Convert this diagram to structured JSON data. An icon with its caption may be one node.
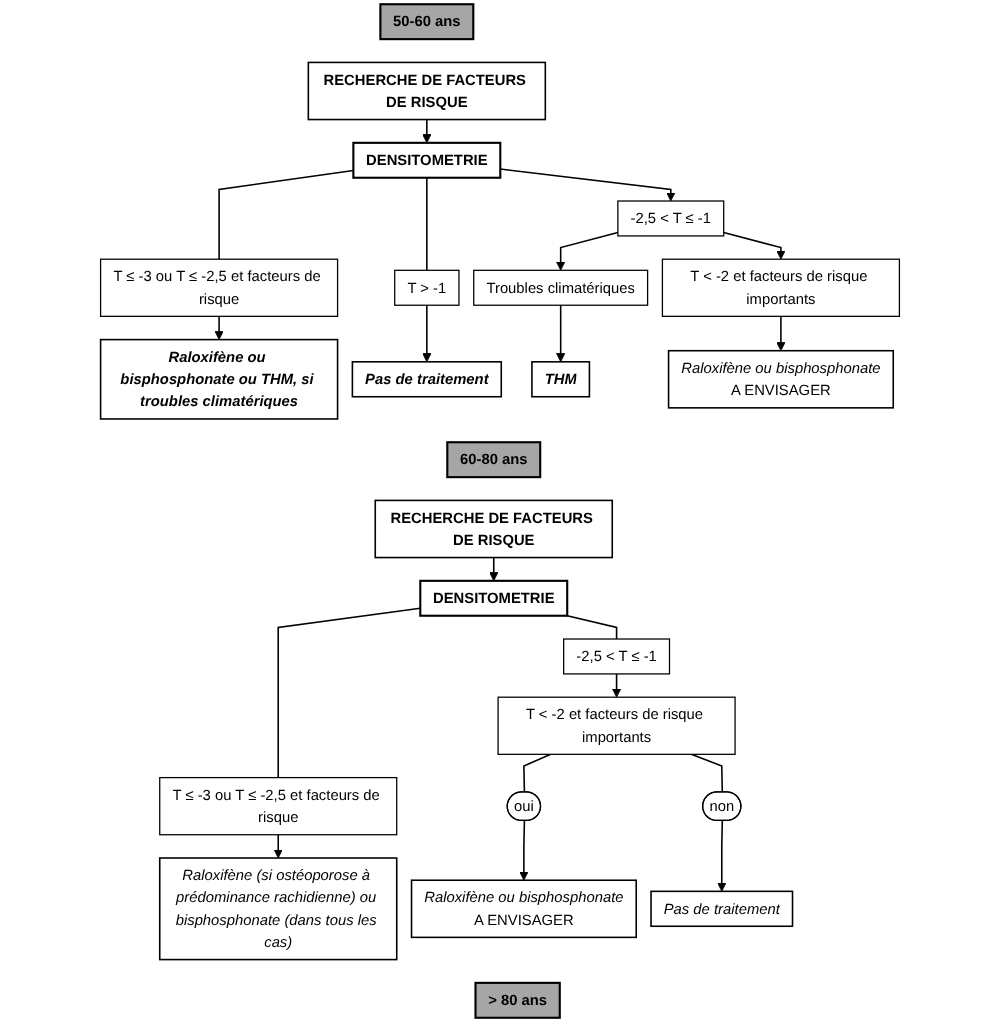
{
  "diagram": {
    "nodes": [
      {
        "text": [
          "50-60 ans"
        ]
      },
      {
        "text": [
          "RECHERCHE DE FACTEURS DE RISQUE"
        ]
      },
      {
        "text": [
          "T ≤ -3 ou T ≤ -2,5 et facteurs de risque"
        ]
      },
      {
        "text": [
          "DENSITOMETRIE"
        ]
      },
      {
        "text": [
          "T > -1"
        ]
      },
      {
        "text": [
          "Raloxifène ou bisphosphonate ou THM, si troubles climatériques"
        ]
      },
      {
        "text": [
          "-2,5 < T ≤ -1"
        ]
      },
      {
        "text": [
          "Pas de traitement"
        ]
      },
      {
        "text": [
          "Troubles climatériques"
        ]
      },
      {
        "text": [
          "T < -2 et facteurs de risque importants"
        ]
      },
      {
        "text": [
          "THM"
        ]
      },
      {
        "text": [
          "Raloxifène ou bisphosphonate",
          "A ENVISAGER"
        ]
      },
      {
        "text": [
          "60-80 ans"
        ]
      },
      {
        "text": [
          "RECHERCHE DE FACTEURS DE RISQUE"
        ]
      },
      {
        "text": [
          "T ≤ -3 ou T ≤ -2,5 et facteurs de risque"
        ]
      },
      {
        "text": [
          "DENSITOMETRIE"
        ]
      },
      {
        "text": [
          "-2,5 < T ≤ -1"
        ]
      },
      {
        "text": [
          "oui"
        ]
      },
      {
        "text": [
          "T < -2 et facteurs de risque importants"
        ]
      },
      {
        "text": [
          "non"
        ]
      },
      {
        "text": [
          "Raloxifène (si ostéoporose à prédominance rachidienne) ou bisphosphonate (dans tous les cas)"
        ]
      },
      {
        "text": [
          "Raloxifène ou bisphosphonate",
          "A ENVISAGER"
        ]
      },
      {
        "text": [
          "Pas de traitement"
        ]
      },
      {
        "text": [
          "> 80 ans"
        ]
      }
    ],
    "edges": [
      {
        "from": 1,
        "to": 3,
        "arrow": "to"
      },
      {
        "from": 3,
        "to": 2,
        "arrow": "none"
      },
      {
        "from": 3,
        "to": 4,
        "arrow": "none"
      },
      {
        "from": 3,
        "to": 6,
        "arrow": "to"
      },
      {
        "from": 2,
        "to": 5,
        "arrow": "to"
      },
      {
        "from": 4,
        "to": 7,
        "arrow": "to"
      },
      {
        "from": 6,
        "to": 8,
        "arrow": "to"
      },
      {
        "from": 6,
        "to": 9,
        "arrow": "to"
      },
      {
        "from": 8,
        "to": 10,
        "arrow": "to"
      },
      {
        "from": 9,
        "to": 11,
        "arrow": "to"
      },
      {
        "from": 13,
        "to": 15,
        "arrow": "to"
      },
      {
        "from": 15,
        "to": 14,
        "arrow": "none"
      },
      {
        "from": 15,
        "to": 16,
        "arrow": "none"
      },
      {
        "from": 14,
        "to": 20,
        "arrow": "to"
      },
      {
        "from": 16,
        "to": 18,
        "arrow": "to"
      },
      {
        "from": 18,
        "to": 17,
        "arrow": "none"
      },
      {
        "from": 18,
        "to": 19,
        "arrow": "none"
      },
      {
        "from": 17,
        "to": 21,
        "arrow": "to"
      },
      {
        "from": 19,
        "to": 22,
        "arrow": "to"
      }
    ]
  }
}
